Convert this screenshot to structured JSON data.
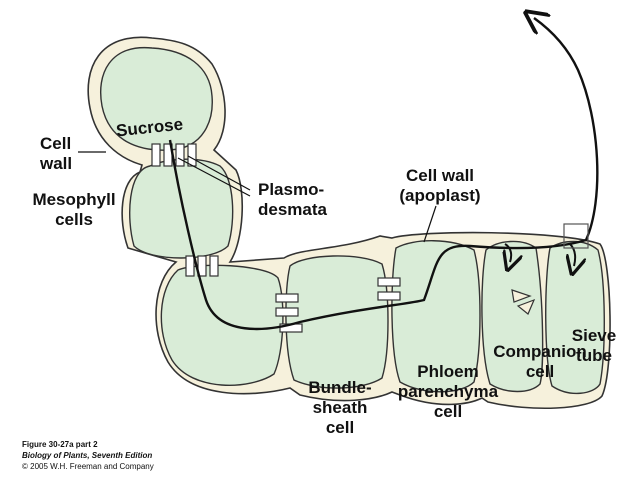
{
  "labels": {
    "sucrose": "Sucrose",
    "cell_wall_1": "Cell",
    "cell_wall_2": "wall",
    "mesophyll_1": "Mesophyll",
    "mesophyll_2": "cells",
    "plasmo_1": "Plasmo-",
    "plasmo_2": "desmata",
    "apoplast_1": "Cell wall",
    "apoplast_2": "(apoplast)",
    "bundle_1": "Bundle-",
    "bundle_2": "sheath",
    "bundle_3": "cell",
    "phloem_1": "Phloem",
    "phloem_2": "parenchyma",
    "phloem_3": "cell",
    "companion_1": "Companion",
    "companion_2": "cell",
    "sieve_1": "Sieve",
    "sieve_2": "tube"
  },
  "caption": {
    "figure": "Figure 30-27a part 2",
    "book": "Biology of Plants, Seventh Edition",
    "copyright": "© 2005 W.H. Freeman and Company"
  },
  "colors": {
    "wall": "#f6f1dc",
    "cytoplasm": "#d9ecd7",
    "line": "#1a1a1a"
  }
}
